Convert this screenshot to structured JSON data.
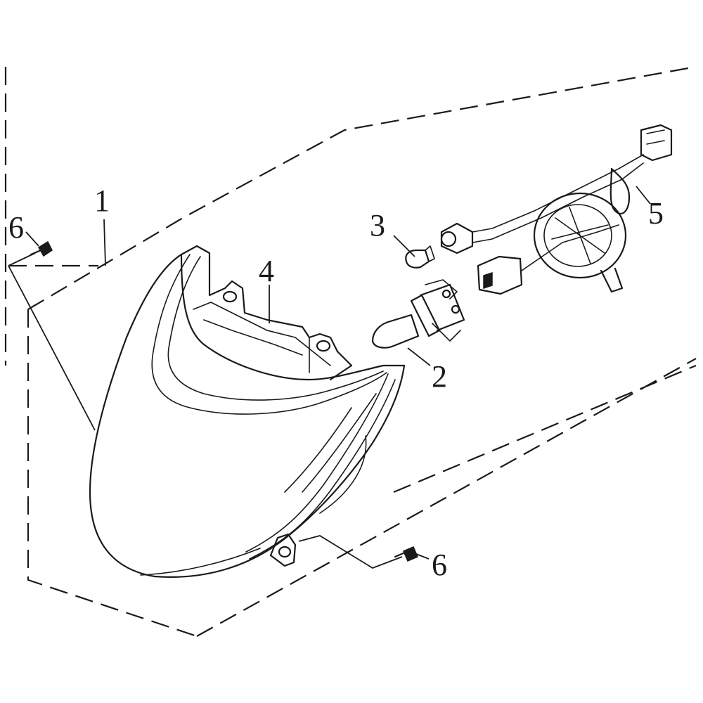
{
  "callouts": {
    "c1": "1",
    "c2": "2",
    "c3": "3",
    "c4": "4",
    "c5": "5",
    "c6_top": "6",
    "c6_bottom": "6"
  },
  "parts": [
    {
      "number": "1",
      "icon": "headlight-assembly-icon"
    },
    {
      "number": "2",
      "icon": "headlight-bulb-icon"
    },
    {
      "number": "3",
      "icon": "position-bulb-icon"
    },
    {
      "number": "4",
      "icon": "mounting-bracket-icon"
    },
    {
      "number": "5",
      "icon": "wiring-harness-icon"
    },
    {
      "number": "6",
      "icon": "screw-icon"
    }
  ],
  "colors": {
    "line": "#1a1a1a",
    "background": "#ffffff"
  }
}
